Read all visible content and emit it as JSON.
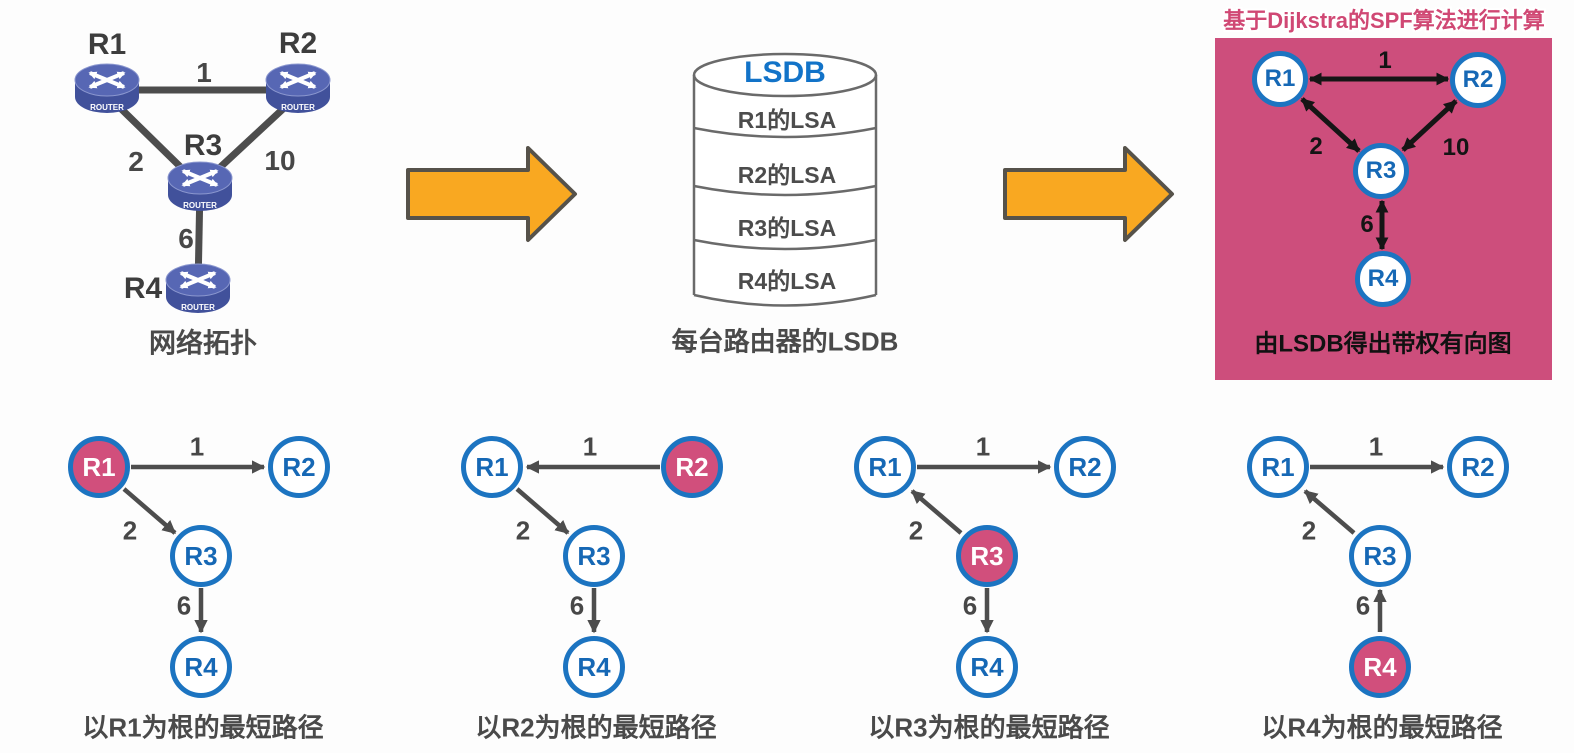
{
  "colors": {
    "panel_pink": "#cd4e7c",
    "highlight_pink": "#d14f7c",
    "node_border_blue": "#1c74c1",
    "node_text_blue": "#1668b5",
    "flow_arrow_yellow": "#f9a821",
    "edge_gray": "#4d4d4d"
  },
  "topology": {
    "nodes": [
      "R1",
      "R2",
      "R3",
      "R4"
    ],
    "router_badge": "ROUTER",
    "weights": {
      "r1r2": "1",
      "r1r3": "2",
      "r2r3": "10",
      "r3r4": "6"
    },
    "caption": "网络拓扑"
  },
  "lsdb": {
    "title": "LSDB",
    "rows": [
      "R1的LSA",
      "R2的LSA",
      "R3的LSA",
      "R4的LSA"
    ],
    "caption": "每台路由器的LSDB"
  },
  "spf": {
    "title": "基于Dijkstra的SPF算法进行计算",
    "nodes": [
      "R1",
      "R2",
      "R3",
      "R4"
    ],
    "weights": {
      "r1r2": "1",
      "r1r3": "2",
      "r2r3": "10",
      "r3r4": "6"
    },
    "caption": "由LSDB得出带权有向图"
  },
  "trees": [
    {
      "root": "R1",
      "nodes": [
        "R1",
        "R2",
        "R3",
        "R4"
      ],
      "weights": {
        "r1r2": "1",
        "r1r3": "2",
        "r3r4": "6"
      },
      "caption": "以R1为根的最短路径"
    },
    {
      "root": "R2",
      "nodes": [
        "R1",
        "R2",
        "R3",
        "R4"
      ],
      "weights": {
        "r1r2": "1",
        "r1r3": "2",
        "r3r4": "6"
      },
      "caption": "以R2为根的最短路径"
    },
    {
      "root": "R3",
      "nodes": [
        "R1",
        "R2",
        "R3",
        "R4"
      ],
      "weights": {
        "r1r2": "1",
        "r1r3": "2",
        "r3r4": "6"
      },
      "caption": "以R3为根的最短路径"
    },
    {
      "root": "R4",
      "nodes": [
        "R1",
        "R2",
        "R3",
        "R4"
      ],
      "weights": {
        "r1r2": "1",
        "r1r3": "2",
        "r3r4": "6"
      },
      "caption": "以R4为根的最短路径"
    }
  ]
}
